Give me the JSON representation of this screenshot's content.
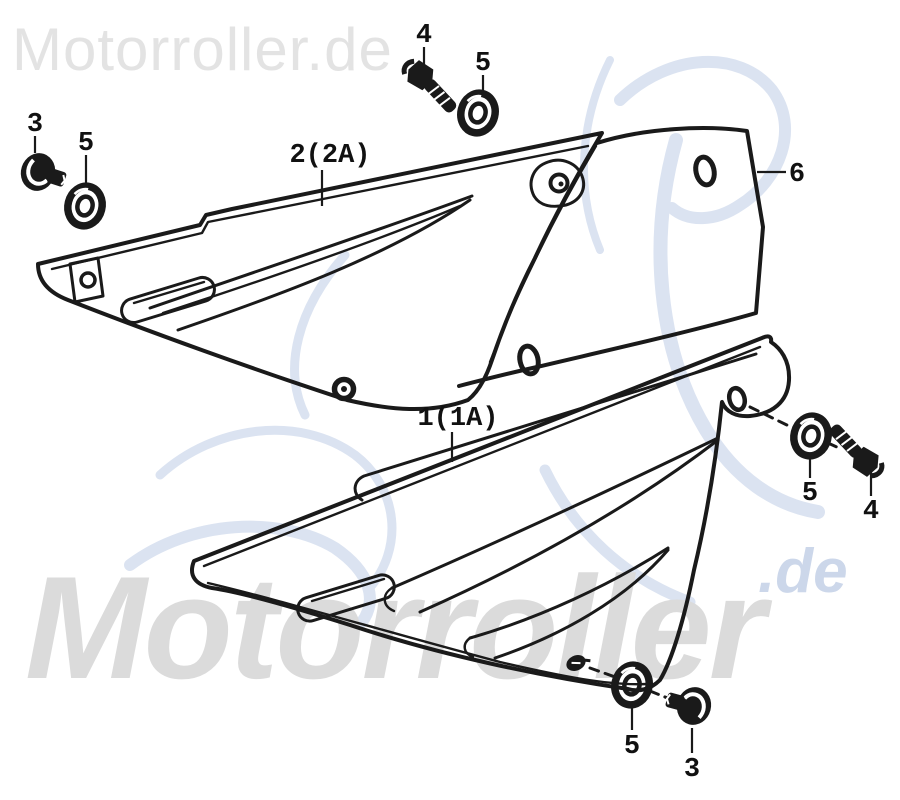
{
  "watermarks": {
    "header": "Motorroller.de",
    "main": "Motorroller",
    "domain_suffix": ".de"
  },
  "colors": {
    "line_art": "#1a1a1a",
    "header_watermark_gray": "#e3e3e3",
    "main_watermark_gray": "#dbdbdb",
    "watermark_blue": "#ccd7ea",
    "sketch_blue": "#dbe3f1",
    "background": "#ffffff"
  },
  "diagram": {
    "type": "exploded-parts-diagram",
    "subject": "scooter side cover panels with mounting hardware",
    "callouts": [
      {
        "id": "callout-4-top",
        "text": "4"
      },
      {
        "id": "callout-5-top",
        "text": "5"
      },
      {
        "id": "callout-3-left",
        "text": "3"
      },
      {
        "id": "callout-5-left",
        "text": "5"
      },
      {
        "id": "callout-2-2a",
        "text": "2(2A)"
      },
      {
        "id": "callout-6",
        "text": "6"
      },
      {
        "id": "callout-1-1a",
        "text": "1(1A)"
      },
      {
        "id": "callout-5-right",
        "text": "5"
      },
      {
        "id": "callout-4-right",
        "text": "4"
      },
      {
        "id": "callout-5-bottom",
        "text": "5"
      },
      {
        "id": "callout-3-bottom",
        "text": "3"
      }
    ]
  }
}
